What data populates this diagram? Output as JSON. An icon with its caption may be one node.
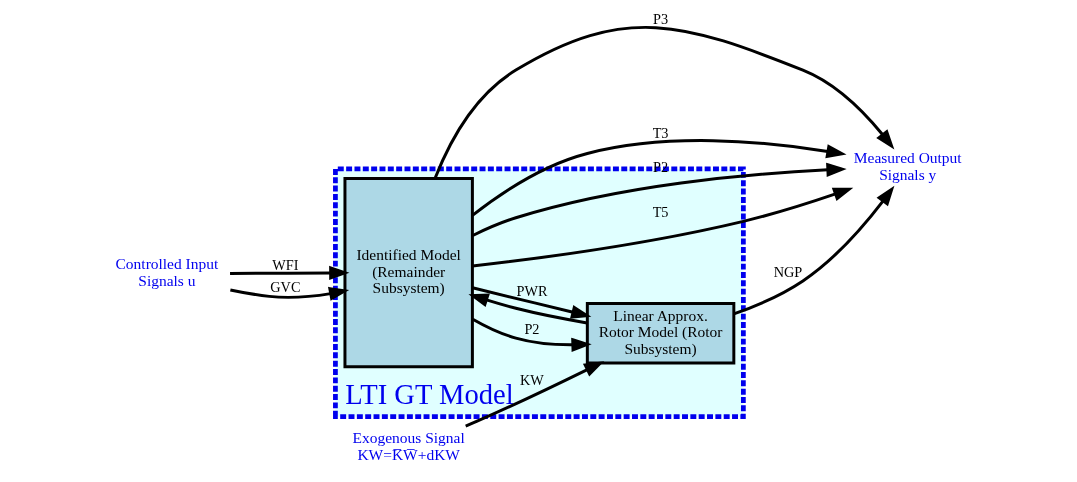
{
  "diagram": {
    "nodes": [
      {
        "text": [
          "LTI GT Model"
        ]
      },
      {
        "text": [
          "Linear Approx. Rotor Model (Rotor Subsystem)"
        ],
        "in": 0
      },
      {
        "text": [
          "Identified Model (Remainder Subsystem)"
        ],
        "in": 0
      },
      {
        "text": [
          "Exogenous Signal",
          "KW=K̅W̅+dKW"
        ]
      },
      {
        "text": [
          "Controlled Input Signals u"
        ]
      },
      {
        "text": [
          "Measured Output Signals y"
        ]
      }
    ],
    "edges": [
      {
        "from": 3,
        "to": 1,
        "arrow": "to",
        "label": "KW"
      },
      {
        "from": 1,
        "to": 2,
        "arrow": "to"
      },
      {
        "from": 2,
        "to": 1,
        "arrow": "to",
        "label": "PWR"
      },
      {
        "from": 2,
        "to": 1,
        "arrow": "to",
        "label": "P2"
      },
      {
        "from": 4,
        "to": 2,
        "arrow": "to",
        "label": "WFI"
      },
      {
        "from": 4,
        "to": 2,
        "arrow": "to",
        "label": "GVC"
      },
      {
        "from": 1,
        "to": 5,
        "arrow": "to",
        "label": "NGP"
      },
      {
        "from": 2,
        "to": 5,
        "arrow": "to",
        "label": "P2"
      },
      {
        "from": 2,
        "to": 5,
        "arrow": "to",
        "label": "T5"
      },
      {
        "from": 2,
        "to": 5,
        "arrow": "to",
        "label": "P3"
      },
      {
        "from": 2,
        "to": 5,
        "arrow": "to",
        "label": "T3"
      }
    ]
  }
}
